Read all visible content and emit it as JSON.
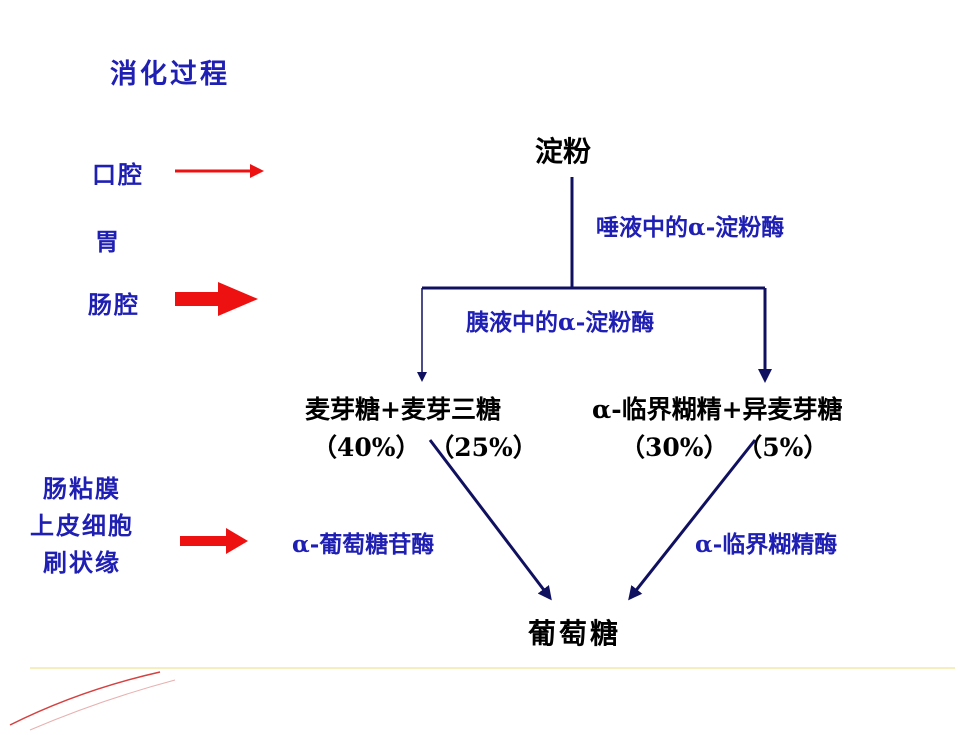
{
  "title": "消化过程",
  "sites": {
    "mouth": "口腔",
    "stomach": "胃",
    "intestine": "肠腔",
    "brush_border": [
      "肠粘膜",
      "上皮细胞",
      "刷状缘"
    ]
  },
  "flow": {
    "starch": "淀粉",
    "saliva_enzyme": "唾液中的α-淀粉酶",
    "pancreatic_enzyme": "胰液中的α-淀粉酶",
    "left_product": "麦芽糖+麦芽三糖",
    "left_percent": "（40%）  （25%）",
    "right_product": "α-临界糊精+异麦芽糖",
    "right_percent": "（30%）      （5%）",
    "glucosidase": "α-葡萄糖苷酶",
    "dextrinase": "α-临界糊精酶",
    "glucose": "葡萄糖"
  },
  "colors": {
    "text_blue": "#1f1fb4",
    "arrow_red": "#ee1111",
    "line_navy": "#101060",
    "divider": "#f4e9a8"
  }
}
